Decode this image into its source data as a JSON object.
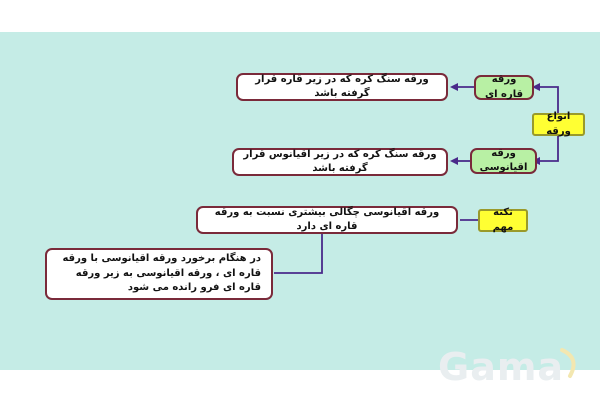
{
  "diagram": {
    "root": "انواع ورقه",
    "branch1": {
      "label": "ورقه قاره ای",
      "description": "ورقه سنگ کره که در زیر قاره قرار گرفته باشد"
    },
    "branch2": {
      "label": "ورقه اقیانوسی",
      "description": "ورقه سنگ کره که در زیر اقیانوس قرار گرفته باشد"
    },
    "note": {
      "label": "نکته مهم",
      "fact": "ورقه اقیانوسی چگالی بیشتری نسبت به ورقه قاره ای دارد",
      "detail": "در هنگام برخورد ورقه اقیانوسی با ورقه قاره ای ، ورقه اقیانوسی به زیر ورقه قاره ای فرو رانده می شود"
    }
  },
  "logo": {
    "text": "Gama"
  },
  "colors": {
    "background": "#c5ece6",
    "connector": "#4a2a8a",
    "box_border": "#7a2a3a",
    "green_box": "#b8f0a4",
    "yellow_box": "#ffff33"
  }
}
